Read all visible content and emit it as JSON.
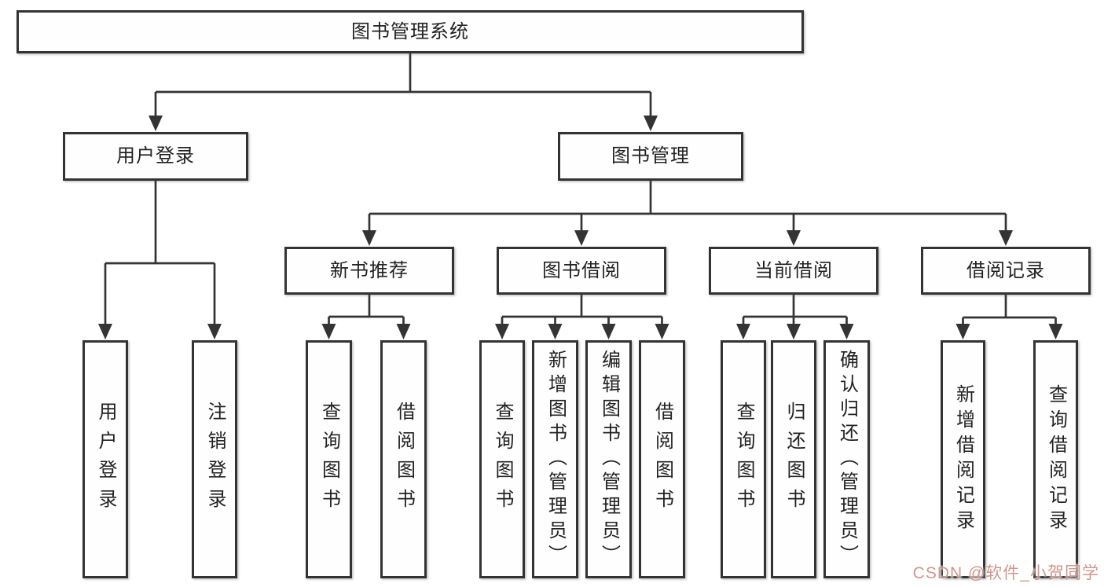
{
  "diagram": {
    "title": "图书管理系统",
    "colors": {
      "line": "#343434",
      "box_border": "#333333",
      "box_bg": "#fefefe",
      "text": "#222222",
      "watermark": "#cd8c84"
    },
    "watermark": "CSDN @软件_小贺同学",
    "tree": {
      "id": "root",
      "label": "图书管理系统",
      "children": [
        {
          "id": "login",
          "label": "用户登录",
          "children": [
            {
              "id": "login-user",
              "label": "用户登录"
            },
            {
              "id": "logout",
              "label": "注销登录"
            }
          ]
        },
        {
          "id": "mgmt",
          "label": "图书管理",
          "children": [
            {
              "id": "newbooks",
              "label": "新书推荐",
              "children": [
                {
                  "id": "nb-query",
                  "label": "查询图书"
                },
                {
                  "id": "nb-borrow",
                  "label": "借阅图书"
                }
              ]
            },
            {
              "id": "borrowing",
              "label": "图书借阅",
              "children": [
                {
                  "id": "bw-query",
                  "label": "查询图书"
                },
                {
                  "id": "bw-add",
                  "label": "新增图书（管理员）"
                },
                {
                  "id": "bw-edit",
                  "label": "编辑图书（管理员）"
                },
                {
                  "id": "bw-borrow",
                  "label": "借阅图书"
                }
              ]
            },
            {
              "id": "current",
              "label": "当前借阅",
              "children": [
                {
                  "id": "cu-query",
                  "label": "查询图书"
                },
                {
                  "id": "cu-return",
                  "label": "归还图书"
                },
                {
                  "id": "cu-confirm",
                  "label": "确认归还（管理员）"
                }
              ]
            },
            {
              "id": "records",
              "label": "借阅记录",
              "children": [
                {
                  "id": "rc-add",
                  "label": "新增借阅记录"
                },
                {
                  "id": "rc-query",
                  "label": "查询借阅记录"
                }
              ]
            }
          ]
        }
      ]
    }
  }
}
